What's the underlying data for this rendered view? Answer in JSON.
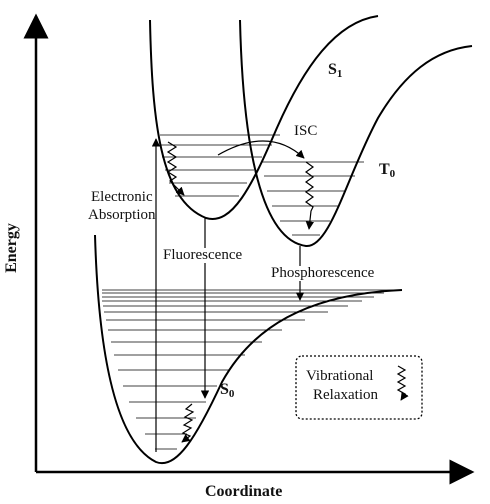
{
  "axes": {
    "y_label": "Energy",
    "x_label": "Coordinate"
  },
  "states": {
    "s1": {
      "symbol": "S",
      "subscript": "1"
    },
    "t0": {
      "symbol": "T",
      "subscript": "0"
    },
    "s0": {
      "symbol": "S",
      "subscript": "0"
    }
  },
  "processes": {
    "isc": "ISC",
    "absorption_line1": "Electronic",
    "absorption_line2": "Absorption",
    "fluorescence": "Fluorescence",
    "phosphorescence": "Phosphorescence"
  },
  "legend": {
    "line1": "Vibrational",
    "line2": "Relaxation"
  }
}
